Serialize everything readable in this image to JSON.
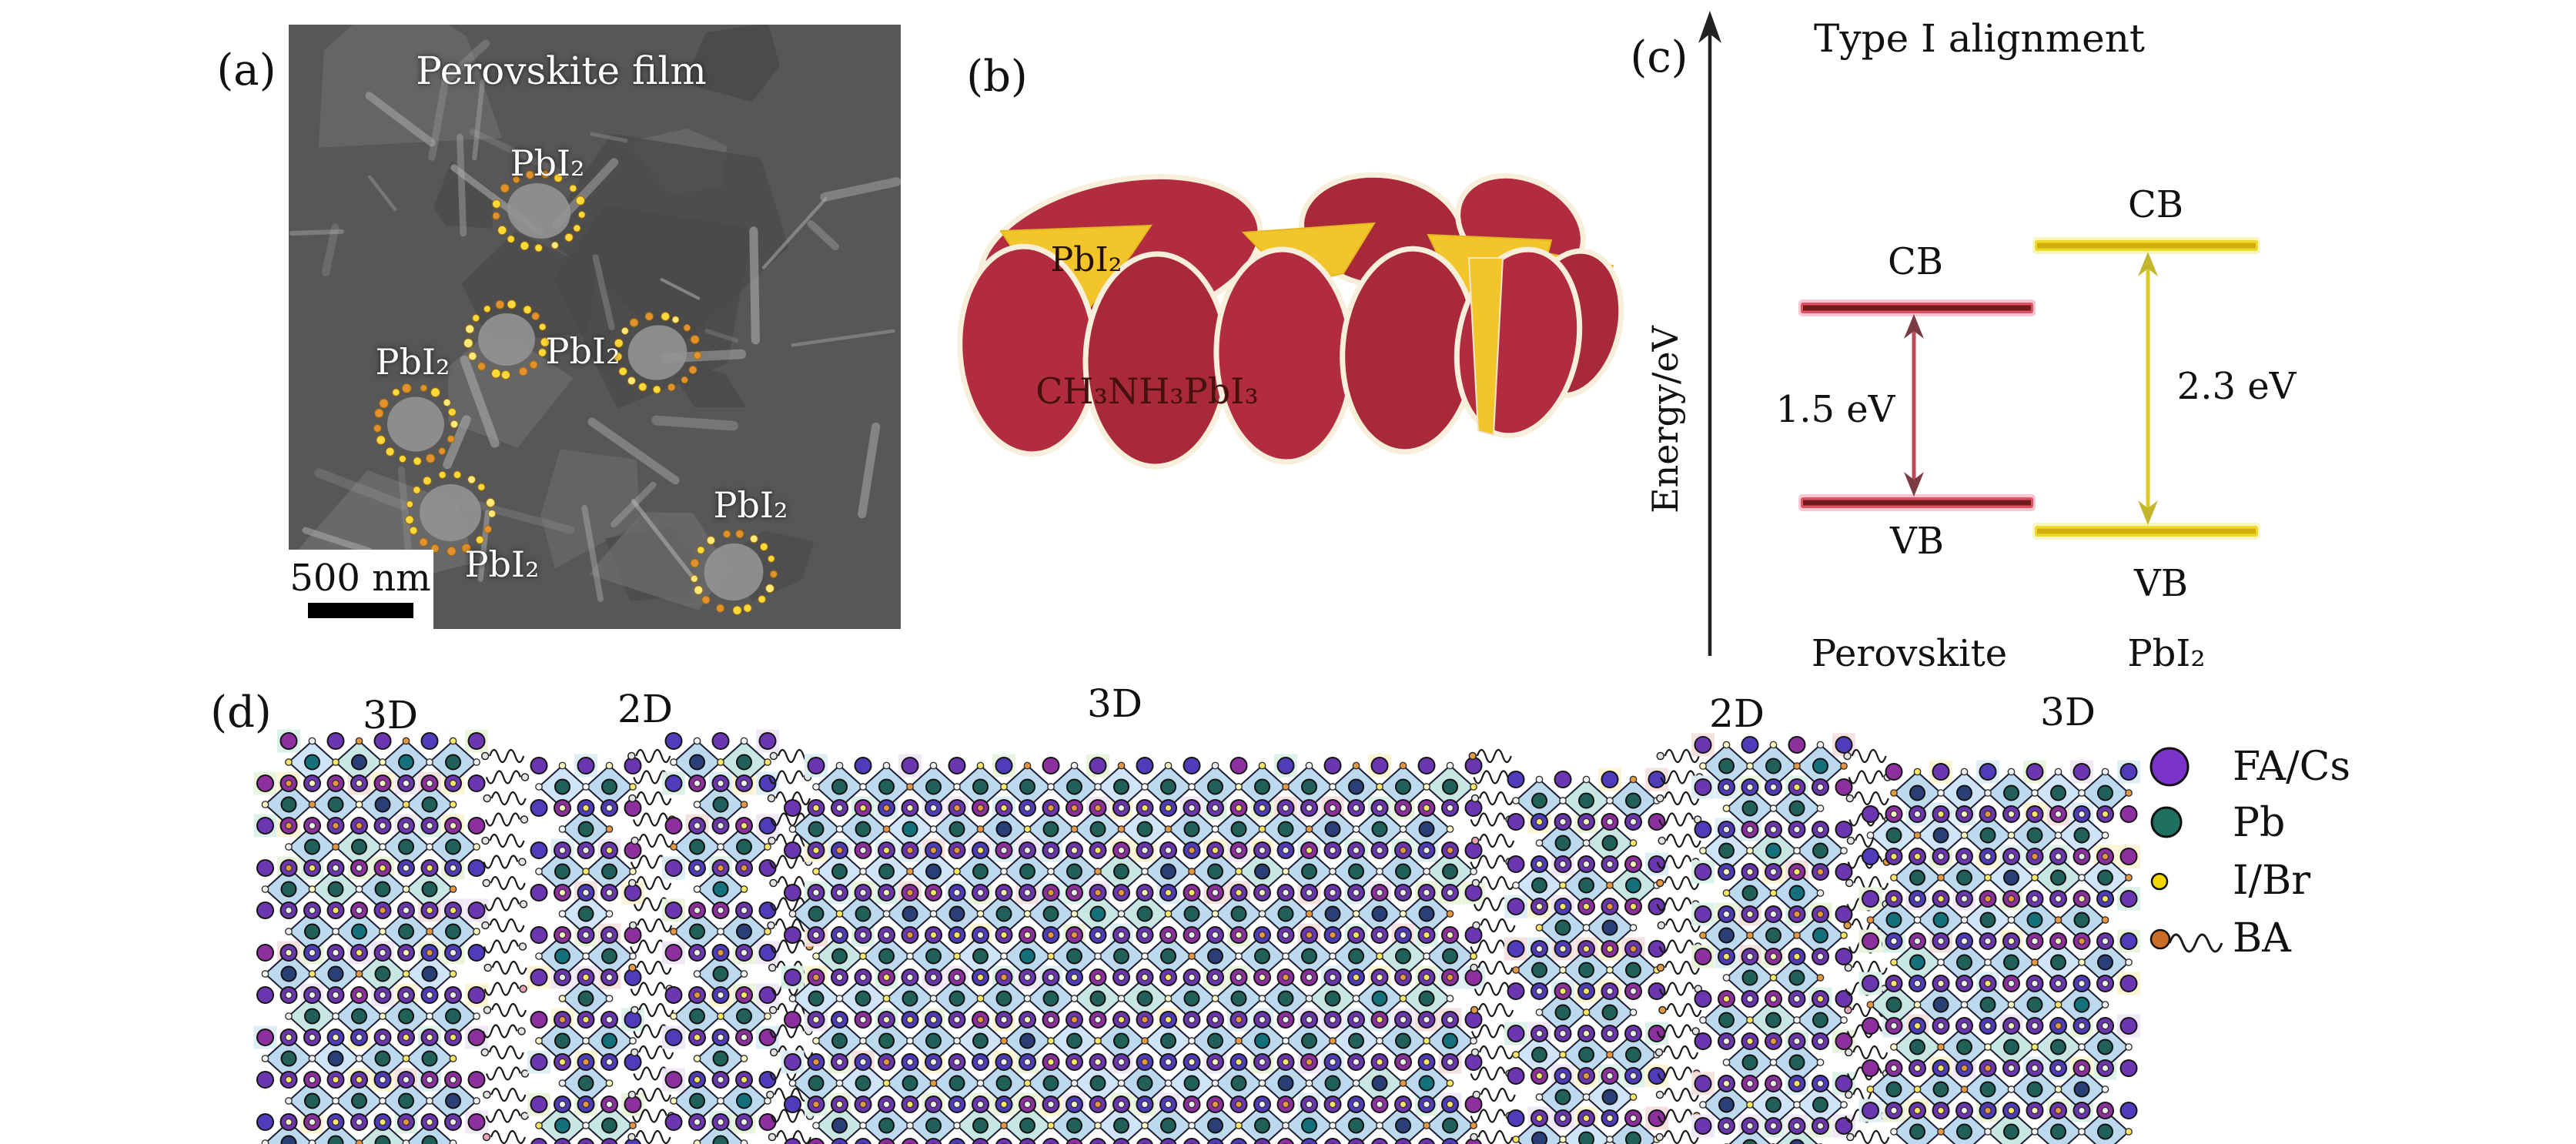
{
  "panel_a": {
    "tag": "(a)",
    "title": "Perovskite film",
    "scale_bar_label": "500 nm",
    "grain_labels": [
      "PbI₂",
      "PbI₂",
      "PbI₂",
      "PbI₂",
      "PbI₂"
    ]
  },
  "panel_b": {
    "tag": "(b)",
    "pbi2_label": "PbI₂",
    "perovskite_label": "CH₃NH₃PbI₃"
  },
  "panel_c": {
    "tag": "(c)",
    "title": "Type I alignment",
    "axis_label": "Energy/eV",
    "perovskite": {
      "cb": "CB",
      "vb": "VB",
      "gap": "1.5 eV",
      "name": "Perovskite"
    },
    "pbi2": {
      "cb": "CB",
      "vb": "VB",
      "gap": "2.3 eV",
      "name": "PbI₂"
    }
  },
  "panel_d": {
    "tag": "(d)",
    "region_labels": [
      "3D",
      "2D",
      "3D",
      "2D",
      "3D"
    ],
    "legend": [
      {
        "label": "FA/Cs"
      },
      {
        "label": "Pb"
      },
      {
        "label": "I/Br"
      },
      {
        "label": "BA"
      }
    ]
  },
  "colors": {
    "sem_bg": "#575757",
    "sem_facet_dark": "#494949",
    "sem_facet_light": "#6e6e6e",
    "sem_streak": "#b5b5b5",
    "sem_spot": "#939393",
    "dot_yellow": "#ffd83a",
    "dot_orange": "#e2912e",
    "dot_pale": "#ffe97a",
    "grain_red": "#b02c3e",
    "grain_red2": "#a82938",
    "grain_outline": "#f7efdc",
    "pbi2_yellow": "#f2c52a",
    "band_red_core": "#6f1b1b",
    "band_red_mid": "#dd5161",
    "band_red_glow": "#f6bcc8",
    "band_yel_core": "#d3ad0e",
    "band_yel_mid": "#eed927",
    "band_yel_glow": "#f6f3b8",
    "arrow_red": "#c24a58",
    "arrow_red_head": "#7c3a42",
    "arrow_yellow": "#ddca20",
    "arrow_yellow_head": "#c3b62e",
    "axis": "#222222",
    "diamond_fill": "#bcd9ee",
    "diamond_fill2": "#c8e6e2",
    "diamond_fill3": "#cfe4f6",
    "diamond_stroke": "#1d1d33",
    "purple1": "#6b36b0",
    "purple2": "#4f3cba",
    "purple3": "#8d2f9e",
    "teal1": "#206058",
    "teal2": "#2b3f77",
    "teal3": "#14707a",
    "halide_white": "#f4f4f4",
    "halide_yellow": "#ffe766",
    "halide_orange": "#e8953f",
    "halide_cream": "#fff9c4",
    "wavy": "#1a1a1a",
    "wavy_head": "#e3e3e3",
    "wavy_head_pink": "#e8a4b4",
    "wavy_head_orange": "#e59a45",
    "pastel": [
      "#e9f3da",
      "#dcedf6",
      "#fdf3d4",
      "#f6dfdf",
      "#daf0e6",
      "#efe7f6"
    ],
    "legend_purple": "#7a33c9",
    "legend_teal": "#20705f",
    "legend_yellow": "#f5d800",
    "legend_orange": "#cb6d28"
  }
}
